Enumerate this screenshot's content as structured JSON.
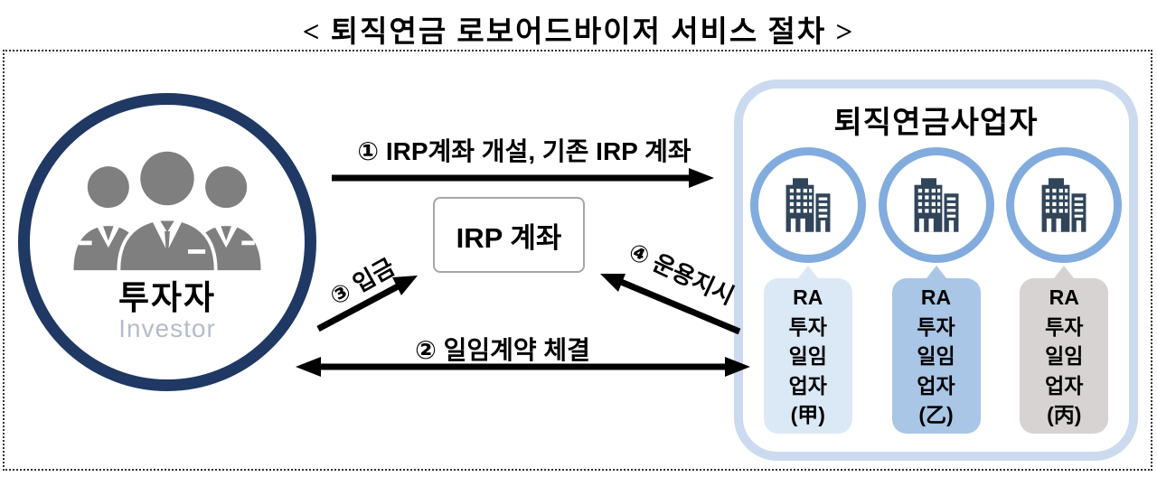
{
  "title": "< 퇴직연금 로보어드바이저 서비스 절차 >",
  "investor": {
    "label": "투자자",
    "sublabel": "Investor"
  },
  "irp_box": {
    "label": "IRP 계좌"
  },
  "flows": {
    "open_account": "① IRP계좌 개설, 기존 IRP 계좌",
    "discretionary_contract": "② 일임계약 체결",
    "deposit": "③ 입금",
    "management_instruction": "④ 운용지시"
  },
  "provider_panel": {
    "title": "퇴직연금사업자",
    "companies": [
      {
        "label": "RA\n투자\n일임\n업자\n(甲)",
        "color": "#dbe9f6"
      },
      {
        "label": "RA\n투자\n일임\n업자\n(乙)",
        "color": "#a9c6e6"
      },
      {
        "label": "RA\n투자\n일임\n업자\n(丙)",
        "color": "#d6d3d2"
      }
    ]
  },
  "colors": {
    "investor_ring": "#1f3864",
    "people": "#7f7f7f",
    "investor_sublabel": "#b5bcc9",
    "arrow": "#000000",
    "irp_border": "#a6a6a6",
    "panel_border": "#ccdaf0",
    "company_ring": "#82acdd",
    "building": "#31455a"
  }
}
